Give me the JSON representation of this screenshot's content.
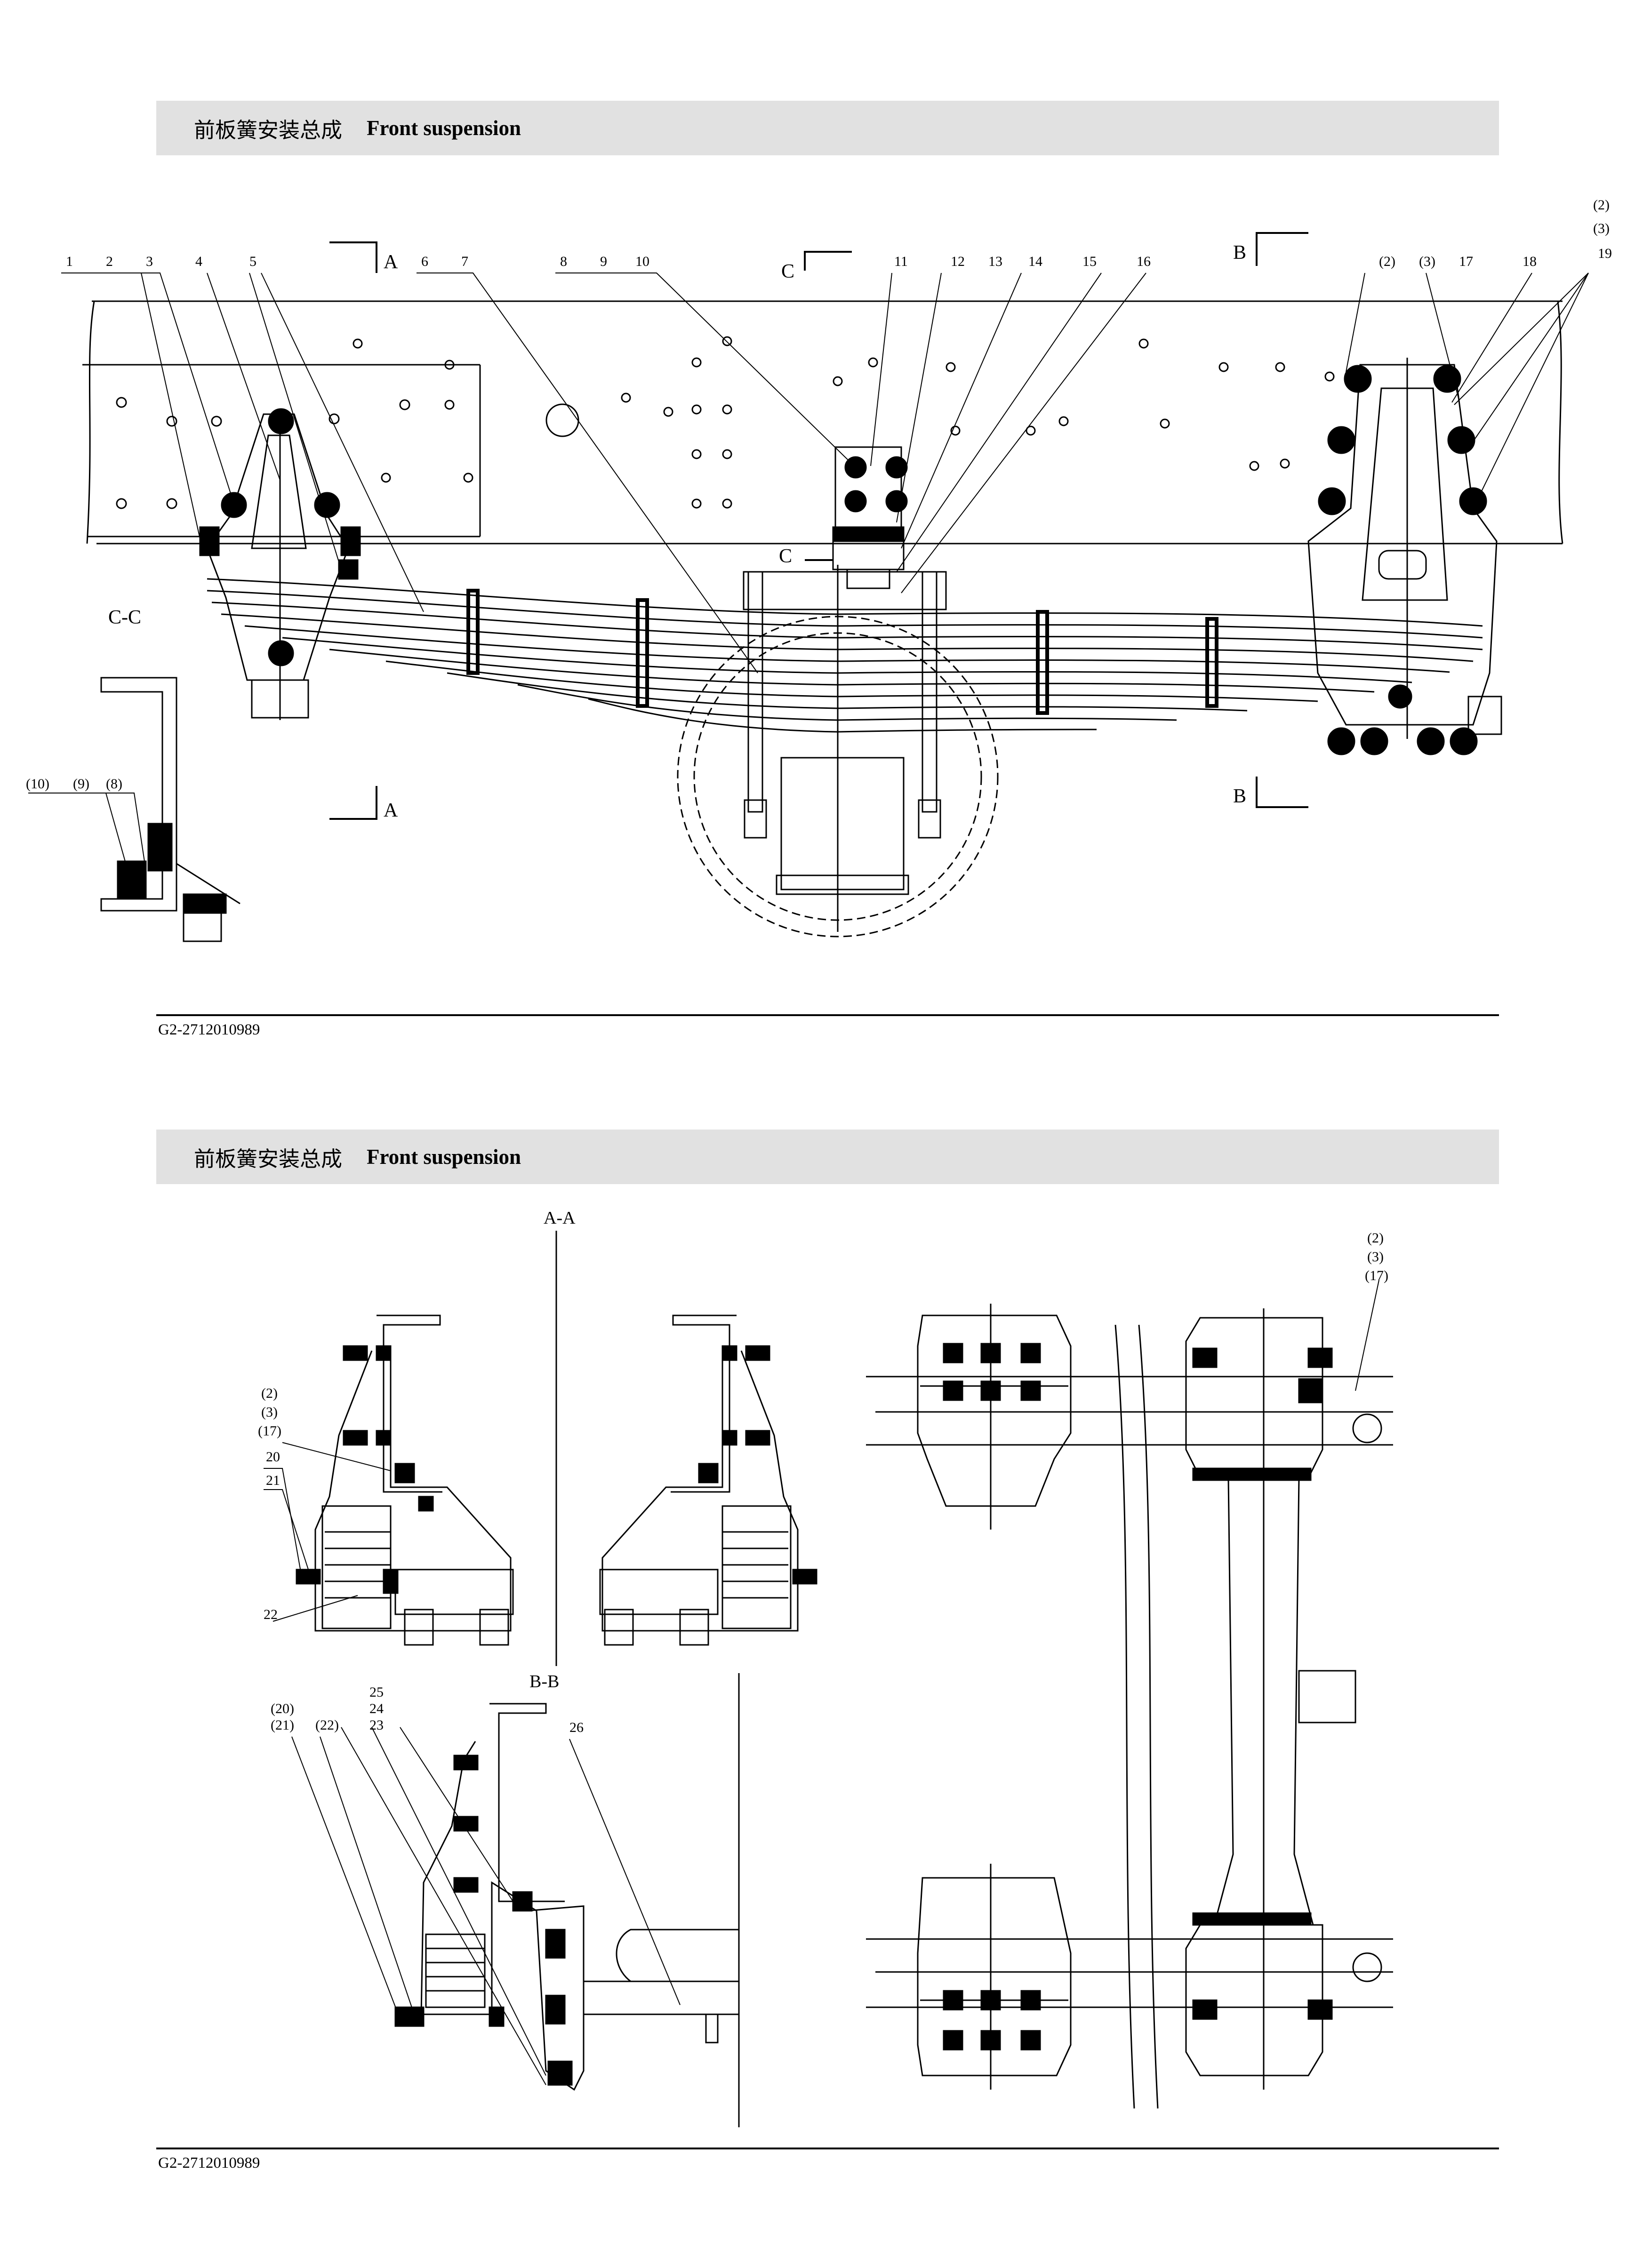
{
  "page1": {
    "header": {
      "title_cn": "前板簧安装总成",
      "title_en": "Front suspension"
    },
    "part_code": "G2-2712010989",
    "section_marks": {
      "a_top": "A",
      "a_bottom": "A",
      "b_top": "B",
      "b_bottom": "B",
      "c_top": "C",
      "c_mid": "C"
    },
    "view_label_cc": "C-C",
    "callouts": {
      "c1": "1",
      "c2": "2",
      "c3": "3",
      "c4": "4",
      "c5": "5",
      "c6": "6",
      "c7": "7",
      "c8": "8",
      "c9": "9",
      "c10": "10",
      "c11": "11",
      "c12": "12",
      "c13": "13",
      "c14": "14",
      "c15": "15",
      "c16": "16",
      "c2p": "(2)",
      "c3p": "(3)",
      "c17": "17",
      "c18": "18",
      "r2": "(2)",
      "r3": "(3)",
      "c19": "19",
      "l10": "(10)",
      "l9": "(9)",
      "l8": "(8)"
    }
  },
  "page2": {
    "header": {
      "title_cn": "前板簧安装总成",
      "title_en": "Front suspension"
    },
    "part_code": "G2-2712010989",
    "view_label_aa": "A-A",
    "view_label_bb": "B-B",
    "callouts": {
      "a2": "(2)",
      "a3": "(3)",
      "a17": "(17)",
      "c20": "20",
      "c21": "21",
      "c22": "22",
      "t2": "(2)",
      "t3": "(3)",
      "t17": "(17)",
      "c25": "25",
      "c24": "24",
      "c23": "23",
      "c26": "26",
      "b20": "(20)",
      "b21": "(21)",
      "b22": "(22)"
    }
  }
}
